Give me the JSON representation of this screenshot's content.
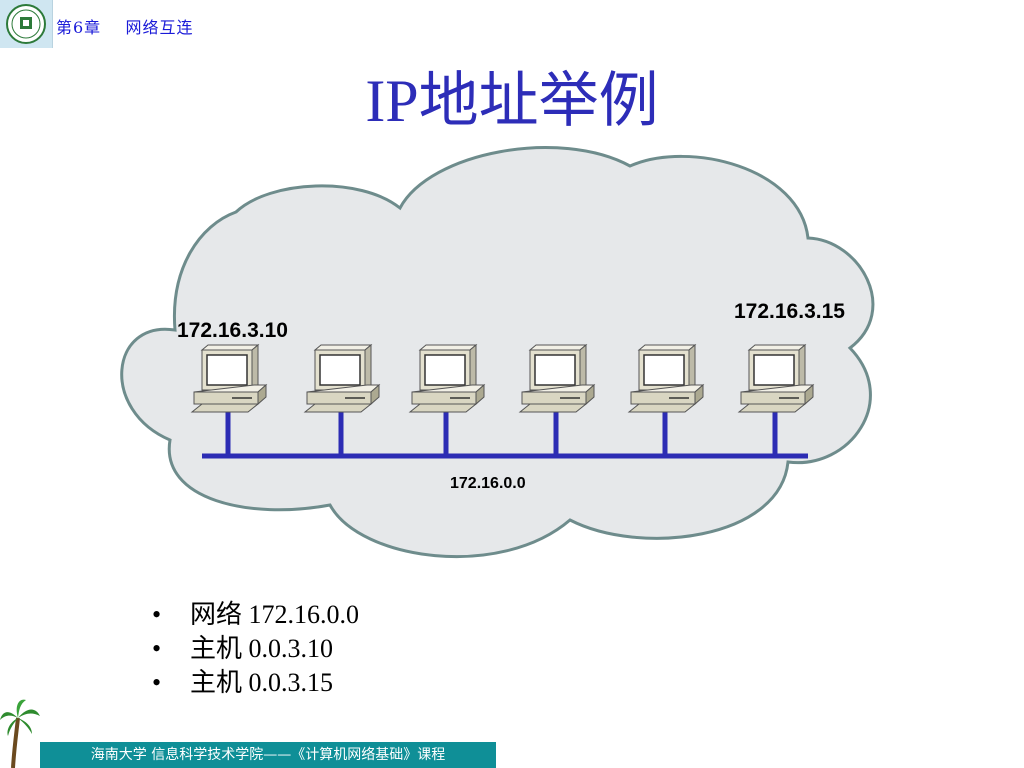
{
  "header": {
    "chapter": "第6章    网络互连"
  },
  "title": "IP地址举例",
  "diagram": {
    "network_label": "172.16.0.0",
    "host_labels": [
      "172.16.3.10",
      "172.16.3.15"
    ],
    "computer_count": 6,
    "colors": {
      "cloud_fill": "#e6e8ea",
      "cloud_stroke": "#6e8c8c",
      "bus": "#2c2cb4"
    }
  },
  "bullets": [
    {
      "dot": "•",
      "text": "网络 172.16.0.0"
    },
    {
      "dot": "•",
      "text": "主机 0.0.3.10"
    },
    {
      "dot": "•",
      "text": "主机 0.0.3.15"
    }
  ],
  "footer": "海南大学  信息科学技术学院——《计算机网络基础》课程"
}
